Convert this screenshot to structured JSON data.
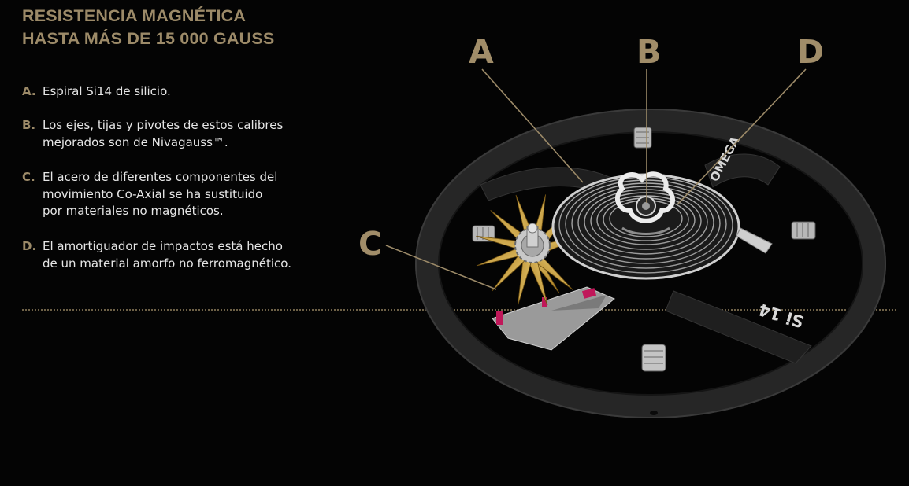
{
  "heading": {
    "line1": "RESISTENCIA MAGNÉTICA",
    "line2": "HASTA MÁS DE 15 000 GAUSS"
  },
  "features": [
    {
      "letter": "A.",
      "lines": [
        "Espiral Si14 de silicio."
      ]
    },
    {
      "letter": "B.",
      "lines": [
        "Los ejes, tijas y pivotes de estos calibres",
        "mejorados son de Nivagauss™."
      ]
    },
    {
      "letter": "C.",
      "lines": [
        "El acero de diferentes componentes del",
        "movimiento Co-Axial se ha sustituido",
        "por materiales no magnéticos."
      ]
    },
    {
      "letter": "D.",
      "lines": [
        "El amortiguador de impactos está hecho",
        "de un material amorfo no ferromagnético."
      ]
    }
  ],
  "callouts": {
    "a": "A",
    "b": "B",
    "c": "C",
    "d": "D"
  },
  "engravings": {
    "brand": "OMEGA",
    "spring": "Si 14"
  },
  "colors": {
    "background": "#040404",
    "accent_gold": "#9c8a68",
    "body_text": "#e6e6e6",
    "ring": "#2a2a2a",
    "balance_gold": "#c9a23c",
    "ruby": "#c0185a"
  }
}
